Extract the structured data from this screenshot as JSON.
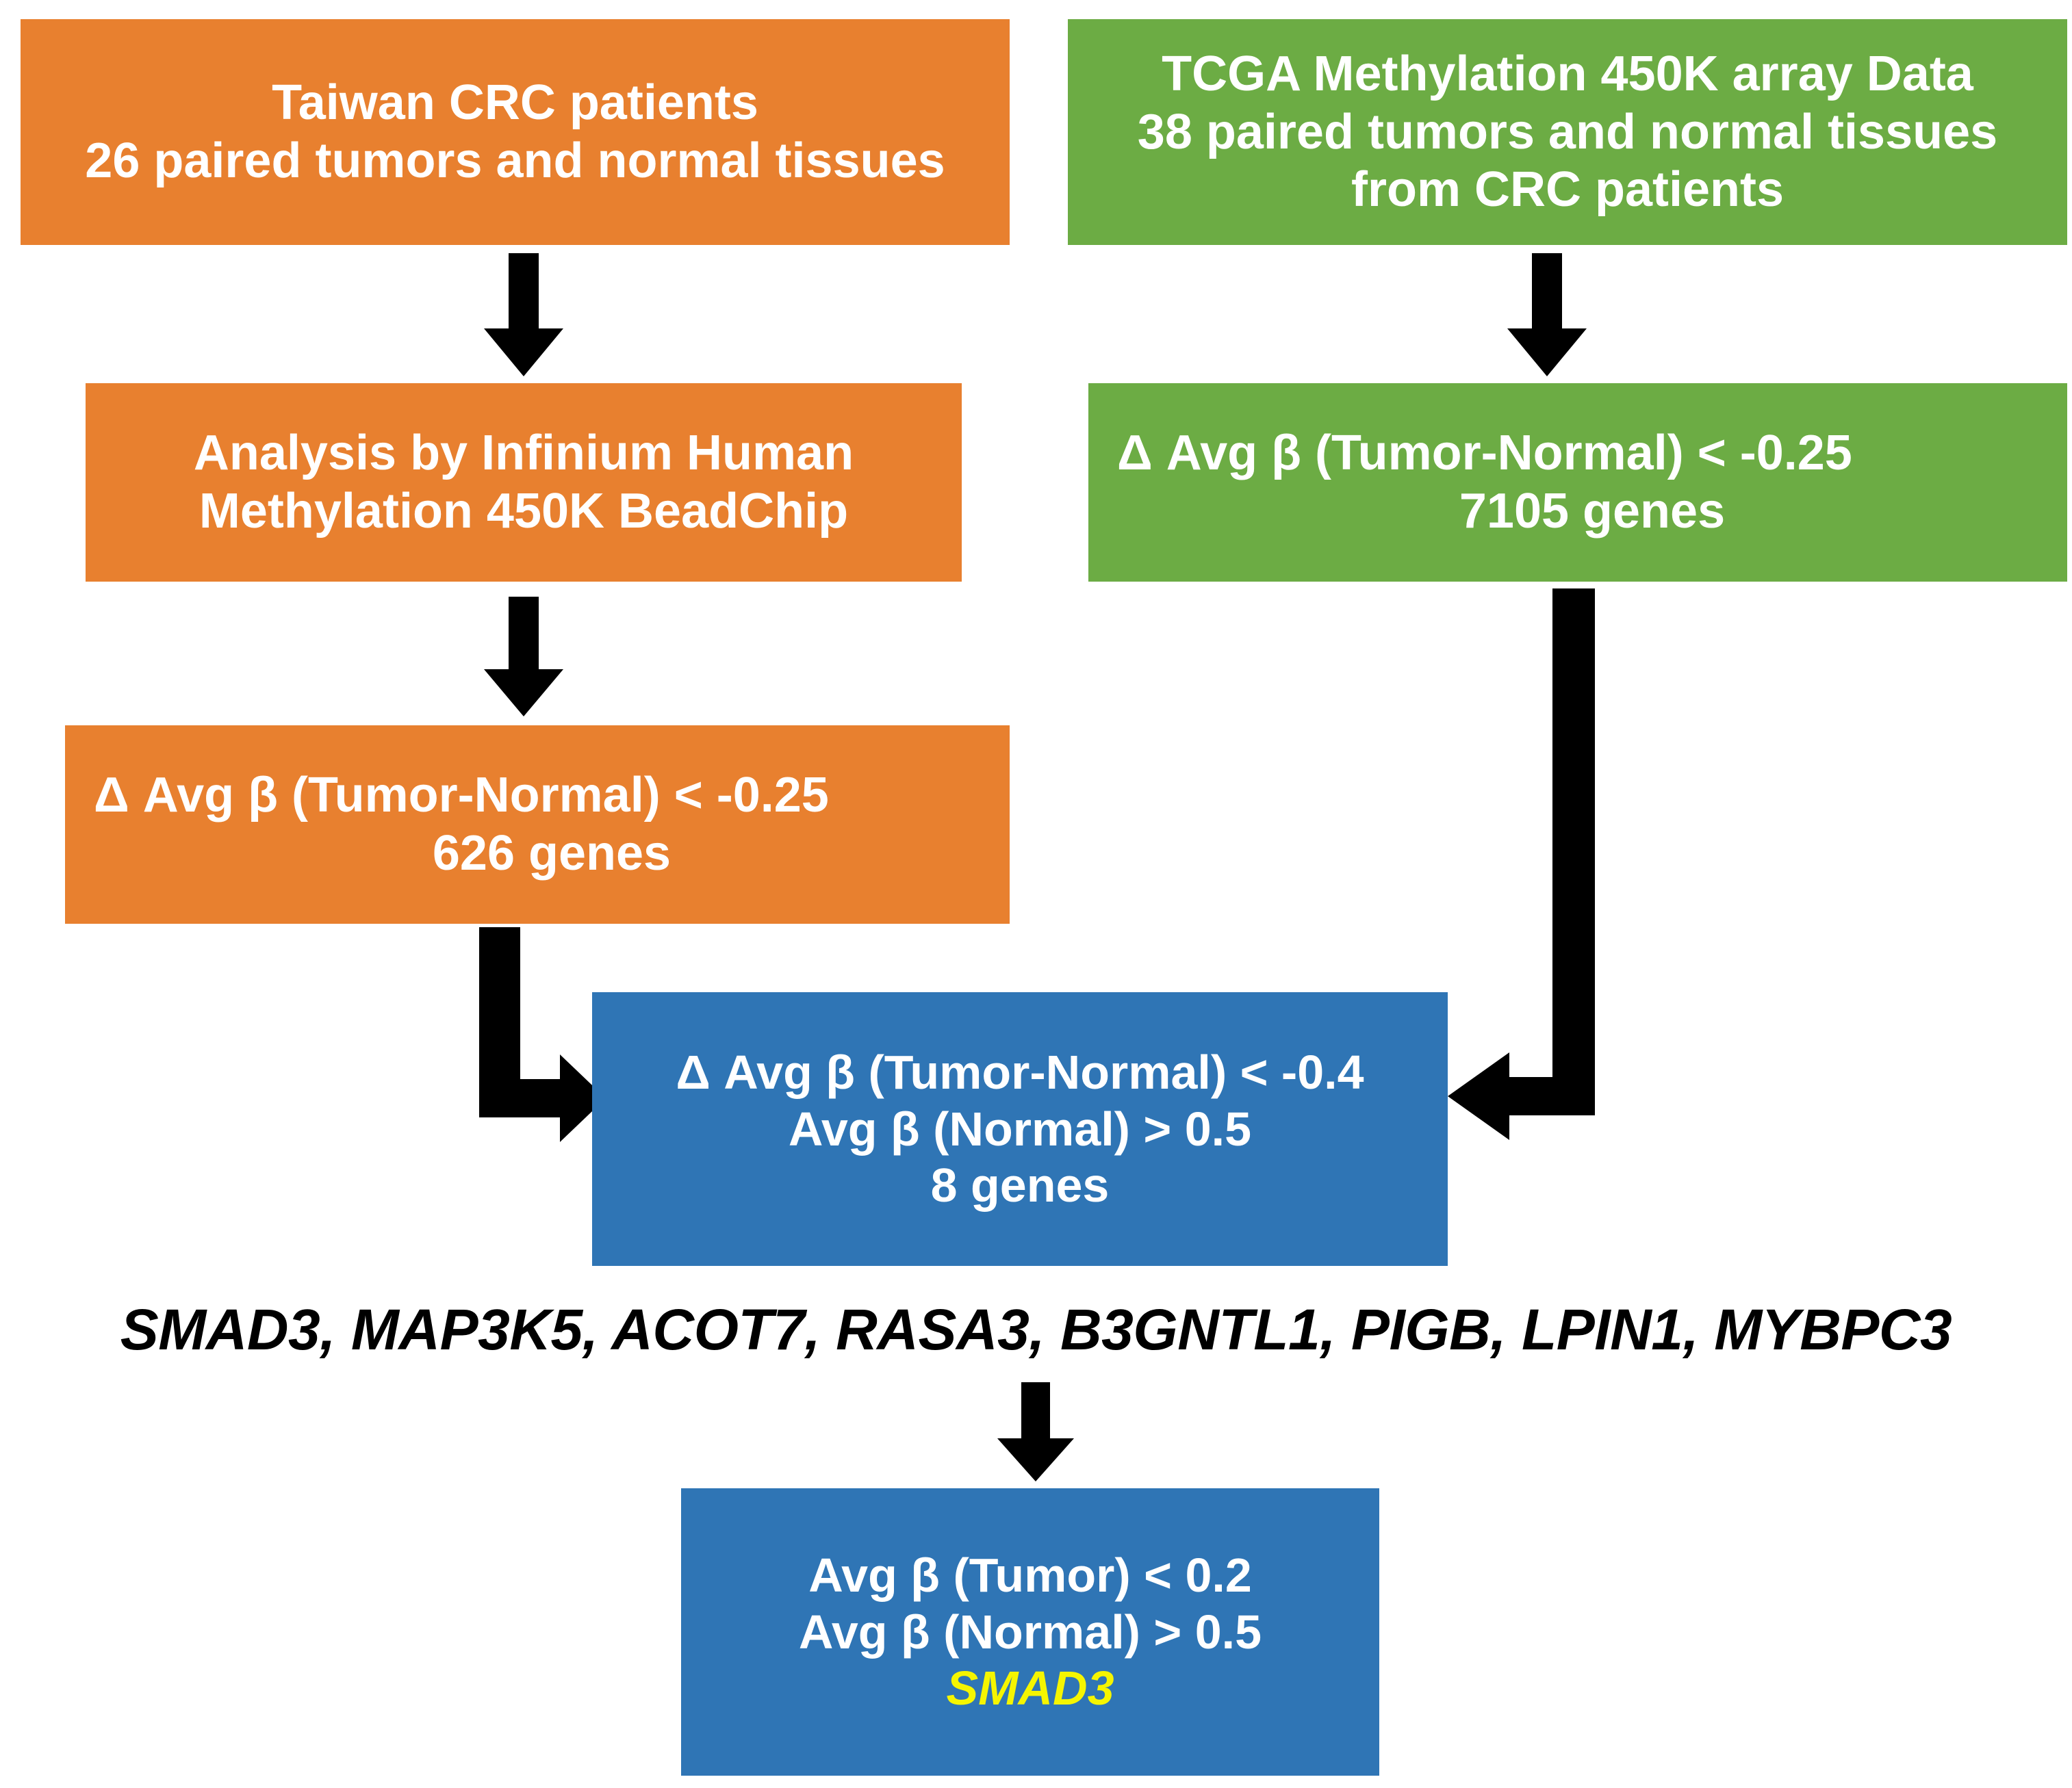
{
  "figure": {
    "type": "flowchart",
    "title": "CRC methylation gene screening workflow"
  },
  "colors": {
    "orange": "#E8802F",
    "green": "#6CAC44",
    "blue": "#2F75B5",
    "arrow": "#000000",
    "highlight_gene": "#F5F500",
    "box_text": "#FFFFFF",
    "gene_list_text": "#000000"
  },
  "boxes": {
    "taiwan_cohort": {
      "color": "orange",
      "lines": [
        "Taiwan CRC patients",
        "26 paired tumors and normal tissues"
      ]
    },
    "tcga_cohort": {
      "color": "green",
      "lines": [
        "TCGA Methylation 450K array Data",
        "38 paired tumors and normal tissues",
        "from CRC patients"
      ]
    },
    "taiwan_analysis": {
      "color": "orange",
      "lines": [
        "Analysis by Infinium Human",
        "Methylation 450K BeadChip"
      ]
    },
    "tcga_filter": {
      "color": "green",
      "lines": [
        "Δ Avg β (Tumor-Normal) < -0.25",
        "7105 genes"
      ]
    },
    "taiwan_filter": {
      "color": "orange",
      "lines": [
        "Δ Avg β (Tumor-Normal) < -0.25",
        "626 genes"
      ]
    },
    "merge_filter": {
      "color": "blue",
      "lines": [
        "Δ Avg β (Tumor-Normal) < -0.4",
        "Avg β (Normal) > 0.5",
        "8 genes"
      ]
    },
    "final_filter": {
      "color": "blue",
      "lines": [
        "Avg β (Tumor) < 0.2",
        "Avg β (Normal) > 0.5"
      ],
      "highlight": "SMAD3"
    }
  },
  "gene_list": {
    "text": "SMAD3, MAP3K5, ACOT7, RASA3, B3GNTL1, PIGB, LPIN1, MYBPC3",
    "genes": [
      "SMAD3",
      "MAP3K5",
      "ACOT7",
      "RASA3",
      "B3GNTL1",
      "PIGB",
      "LPIN1",
      "MYBPC3"
    ],
    "count": 8
  },
  "arrows": [
    {
      "name": "arrow-taiwan-cohort-to-analysis",
      "direction": "down",
      "from": "taiwan_cohort",
      "to": "taiwan_analysis"
    },
    {
      "name": "arrow-tcga-cohort-to-filter",
      "direction": "down",
      "from": "tcga_cohort",
      "to": "tcga_filter"
    },
    {
      "name": "arrow-analysis-to-taiwan-filter",
      "direction": "down",
      "from": "taiwan_analysis",
      "to": "taiwan_filter"
    },
    {
      "name": "arrow-taiwan-filter-to-merge",
      "direction": "down-then-right",
      "from": "taiwan_filter",
      "to": "merge_filter"
    },
    {
      "name": "arrow-tcga-filter-to-merge",
      "direction": "down-then-left",
      "from": "tcga_filter",
      "to": "merge_filter"
    },
    {
      "name": "arrow-genelist-to-final",
      "direction": "down",
      "from": "gene_list",
      "to": "final_filter"
    }
  ],
  "numbers": {
    "taiwan_paired_samples": 26,
    "tcga_paired_samples": 38,
    "tcga_genes": 7105,
    "taiwan_genes": 626,
    "overlap_genes": 8,
    "delta_beta_threshold_loose": -0.25,
    "delta_beta_threshold_strict": -0.4,
    "avg_beta_normal_threshold": 0.5,
    "avg_beta_tumor_threshold": 0.2,
    "array_platform": "450K"
  }
}
